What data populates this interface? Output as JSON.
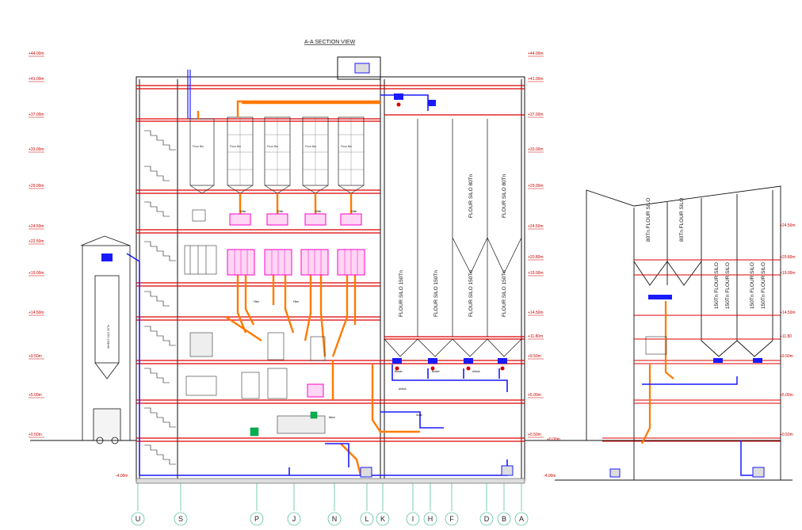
{
  "title": "A-A SECTION VIEW",
  "levels_left": [
    "+44.00m",
    "+41.00m",
    "+37.00m",
    "+33.00m",
    "+29.00m",
    "+24.50m",
    "+22.50m",
    "+19.00m",
    "+14.50m",
    "+9.50m",
    "+5.00m",
    "+0.50m",
    "-4.00m"
  ],
  "levels_right": [
    "+44.00m",
    "+41.00m",
    "+37.00m",
    "+33.00m",
    "+29.00m",
    "+24.50m",
    "+20.80m",
    "+19.00m",
    "+14.50m",
    "+11.80m",
    "+9.50m",
    "+5.00m",
    "+0.50m",
    "+0.00m",
    "-4.00m"
  ],
  "levels_far_right": [
    "+24.50m",
    "+20.80m",
    "+19.00m",
    "+14.50m",
    "+11.80",
    "+9.50m",
    "+5.00m",
    "+0.50m"
  ],
  "level_sublabel": "level",
  "axis_labels": [
    "U",
    "S",
    "P",
    "J",
    "N",
    "L",
    "K",
    "I",
    "H",
    "F",
    "D",
    "B",
    "A"
  ],
  "silos_upper": [
    "FLOUR SILO 80Tn",
    "FLOUR SILO 80Tn"
  ],
  "silos_lower": [
    "FLOUR SILO 150Tn",
    "FLOUR SILO 150Tn",
    "FLOUR SILO 150Tn",
    "FLOUR SILO 150Tn"
  ],
  "silos_side_upper": [
    "80Tn FLOUR SILO",
    "80Tn FLOUR SILO"
  ],
  "silos_side_lower": [
    "150Tn FLOUR SILO",
    "150Tn FLOUR SILO",
    "150Tn FLOUR SILO",
    "150Tn FLOUR SILO"
  ],
  "wheat_silo": "WHEAT SILO 30Tn",
  "bins": [
    "Flour Bin",
    "Flour Bin",
    "Flour Bin",
    "Flour Bin",
    "Flour Bin"
  ],
  "equipment_tags": [
    "Sifter",
    "Sifter",
    "Sifter",
    "Sifter",
    "Filter",
    "Filter",
    "Blower",
    "Blower",
    "Airlock",
    "Airlock",
    "Mixer",
    "Scale"
  ],
  "colors": {
    "floor": "#d00000",
    "structure": "#111111",
    "conveyor": "#ff7a00",
    "pneumatic": "#1a1aff",
    "sifter": "#ff00cc",
    "equipment": "#444444",
    "green": "#00b050"
  }
}
